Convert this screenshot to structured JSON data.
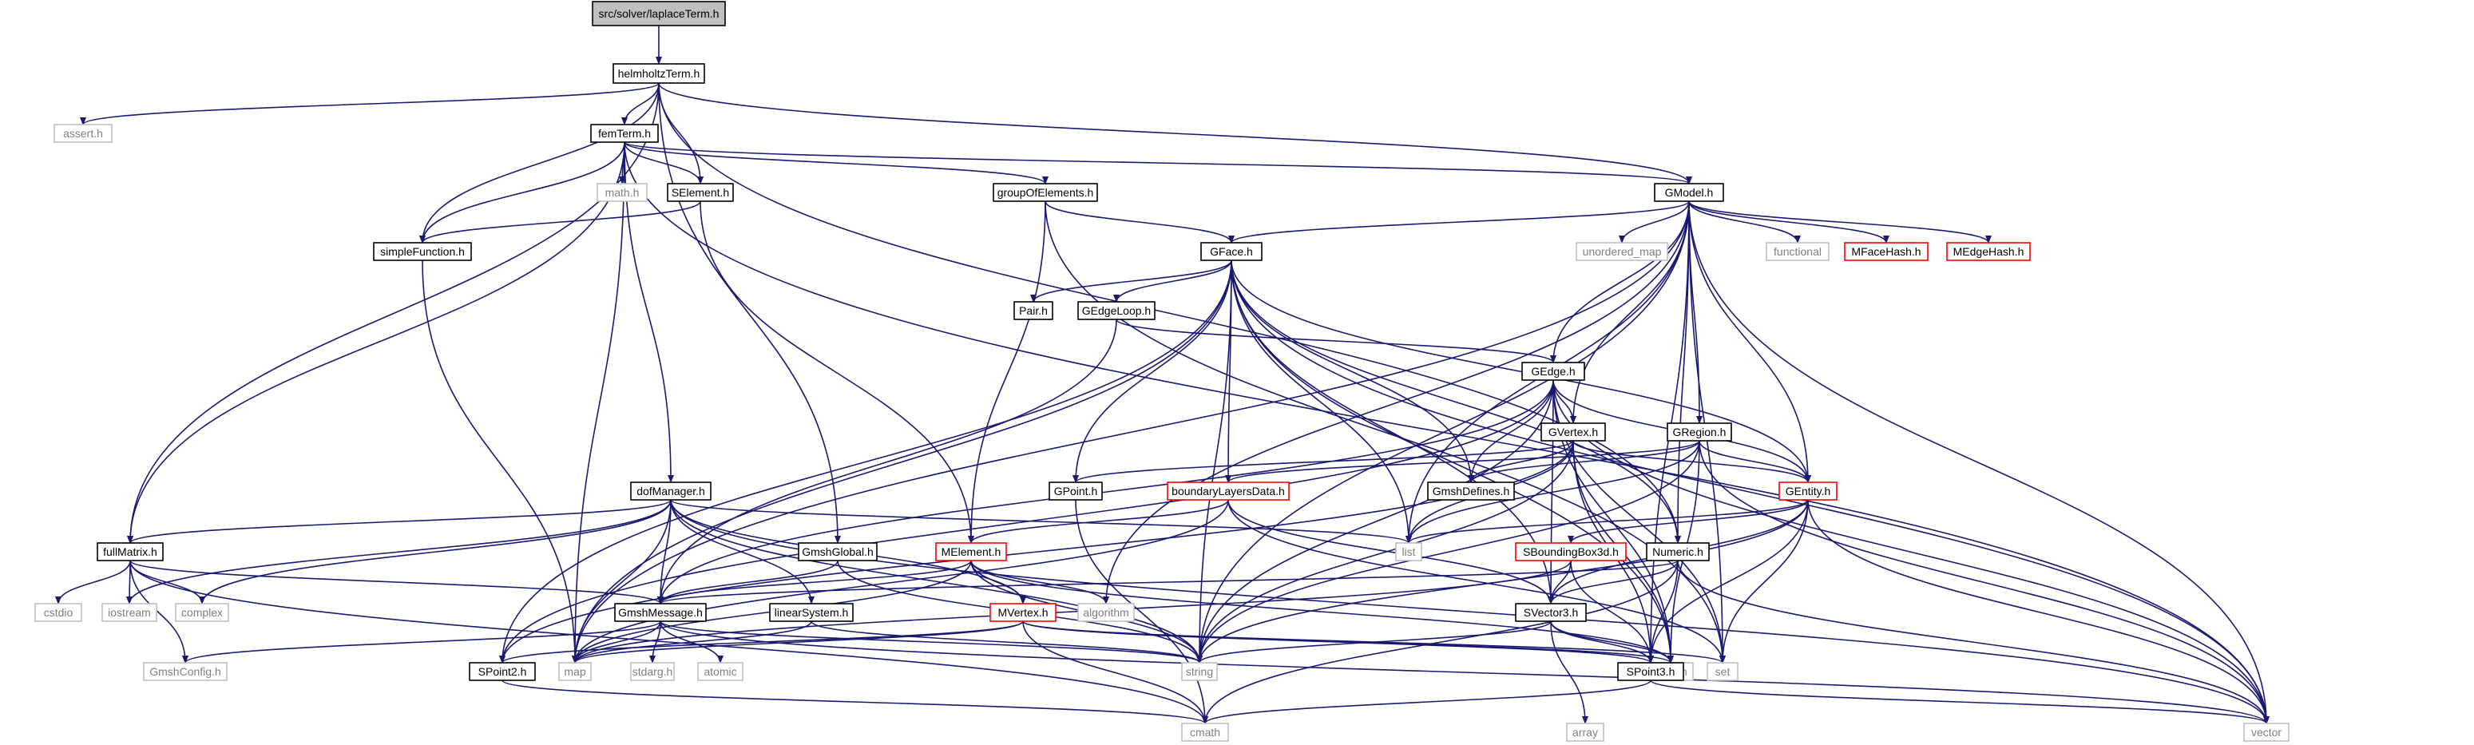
{
  "palette": {
    "edge": "#191970",
    "node_border_black": "#000000",
    "node_border_gray": "#bfbfbf",
    "node_border_red": "#ff0000",
    "root_fill": "#bfbfbf",
    "text": "#000000",
    "text_gray": "#7f7f7f"
  },
  "nodes": [
    {
      "id": "laplaceTerm",
      "label": "src/solver/laplaceTerm.h",
      "style": "root"
    },
    {
      "id": "helmholtzTerm",
      "label": "helmholtzTerm.h",
      "style": "black"
    },
    {
      "id": "assert",
      "label": "assert.h",
      "style": "gray"
    },
    {
      "id": "femTerm",
      "label": "femTerm.h",
      "style": "black"
    },
    {
      "id": "math",
      "label": "math.h",
      "style": "gray"
    },
    {
      "id": "SElement",
      "label": "SElement.h",
      "style": "black"
    },
    {
      "id": "groupOfElements",
      "label": "groupOfElements.h",
      "style": "black"
    },
    {
      "id": "GModel",
      "label": "GModel.h",
      "style": "black"
    },
    {
      "id": "simpleFunction",
      "label": "simpleFunction.h",
      "style": "black"
    },
    {
      "id": "GFace",
      "label": "GFace.h",
      "style": "black"
    },
    {
      "id": "unordered_map",
      "label": "unordered_map",
      "style": "gray"
    },
    {
      "id": "functional",
      "label": "functional",
      "style": "gray"
    },
    {
      "id": "MFaceHash",
      "label": "MFaceHash.h",
      "style": "red"
    },
    {
      "id": "MEdgeHash",
      "label": "MEdgeHash.h",
      "style": "red"
    },
    {
      "id": "Pair",
      "label": "Pair.h",
      "style": "black"
    },
    {
      "id": "GEdgeLoop",
      "label": "GEdgeLoop.h",
      "style": "black"
    },
    {
      "id": "GEdge",
      "label": "GEdge.h",
      "style": "black"
    },
    {
      "id": "GVertex",
      "label": "GVertex.h",
      "style": "black"
    },
    {
      "id": "GRegion",
      "label": "GRegion.h",
      "style": "black"
    },
    {
      "id": "dofManager",
      "label": "dofManager.h",
      "style": "black"
    },
    {
      "id": "GPoint",
      "label": "GPoint.h",
      "style": "black"
    },
    {
      "id": "boundaryLayersData",
      "label": "boundaryLayersData.h",
      "style": "red"
    },
    {
      "id": "GmshDefines",
      "label": "GmshDefines.h",
      "style": "black"
    },
    {
      "id": "GEntity",
      "label": "GEntity.h",
      "style": "red"
    },
    {
      "id": "fullMatrix",
      "label": "fullMatrix.h",
      "style": "black"
    },
    {
      "id": "GmshGlobal",
      "label": "GmshGlobal.h",
      "style": "black"
    },
    {
      "id": "MElement",
      "label": "MElement.h",
      "style": "red"
    },
    {
      "id": "list",
      "label": "list",
      "style": "gray"
    },
    {
      "id": "SBoundingBox3d",
      "label": "SBoundingBox3d.h",
      "style": "red"
    },
    {
      "id": "Numeric",
      "label": "Numeric.h",
      "style": "black"
    },
    {
      "id": "cstdio",
      "label": "cstdio",
      "style": "gray"
    },
    {
      "id": "iostream",
      "label": "iostream",
      "style": "gray"
    },
    {
      "id": "complex",
      "label": "complex",
      "style": "gray"
    },
    {
      "id": "GmshMessage",
      "label": "GmshMessage.h",
      "style": "black"
    },
    {
      "id": "linearSystem",
      "label": "linearSystem.h",
      "style": "black"
    },
    {
      "id": "algorithm",
      "label": "algorithm",
      "style": "gray"
    },
    {
      "id": "MVertex",
      "label": "MVertex.h",
      "style": "red"
    },
    {
      "id": "SVector3",
      "label": "SVector3.h",
      "style": "black"
    },
    {
      "id": "GmshConfig",
      "label": "GmshConfig.h",
      "style": "gray"
    },
    {
      "id": "SPoint2",
      "label": "SPoint2.h",
      "style": "black"
    },
    {
      "id": "map",
      "label": "map",
      "style": "gray"
    },
    {
      "id": "stdarg",
      "label": "stdarg.h",
      "style": "gray"
    },
    {
      "id": "atomic",
      "label": "atomic",
      "style": "gray"
    },
    {
      "id": "string",
      "label": "string",
      "style": "gray"
    },
    {
      "id": "stdio",
      "label": "stdio.h",
      "style": "gray"
    },
    {
      "id": "set",
      "label": "set",
      "style": "gray"
    },
    {
      "id": "SPoint3",
      "label": "SPoint3.h",
      "style": "black"
    },
    {
      "id": "cmath",
      "label": "cmath",
      "style": "gray"
    },
    {
      "id": "array",
      "label": "array",
      "style": "gray"
    },
    {
      "id": "vector",
      "label": "vector",
      "style": "gray"
    }
  ],
  "edges": [
    [
      "laplaceTerm",
      "helmholtzTerm"
    ],
    [
      "helmholtzTerm",
      "assert"
    ],
    [
      "helmholtzTerm",
      "femTerm"
    ],
    [
      "helmholtzTerm",
      "SElement"
    ],
    [
      "helmholtzTerm",
      "simpleFunction"
    ],
    [
      "helmholtzTerm",
      "GModel"
    ],
    [
      "helmholtzTerm",
      "fullMatrix"
    ],
    [
      "helmholtzTerm",
      "GmshGlobal"
    ],
    [
      "helmholtzTerm",
      "Numeric"
    ],
    [
      "femTerm",
      "math"
    ],
    [
      "femTerm",
      "SElement"
    ],
    [
      "femTerm",
      "groupOfElements"
    ],
    [
      "femTerm",
      "GModel"
    ],
    [
      "femTerm",
      "simpleFunction"
    ],
    [
      "femTerm",
      "dofManager"
    ],
    [
      "femTerm",
      "fullMatrix"
    ],
    [
      "femTerm",
      "map"
    ],
    [
      "femTerm",
      "vector"
    ],
    [
      "SElement",
      "simpleFunction"
    ],
    [
      "SElement",
      "MElement"
    ],
    [
      "simpleFunction",
      "map"
    ],
    [
      "groupOfElements",
      "GFace"
    ],
    [
      "groupOfElements",
      "MElement"
    ],
    [
      "groupOfElements",
      "set"
    ],
    [
      "GModel",
      "GFace"
    ],
    [
      "GModel",
      "unordered_map"
    ],
    [
      "GModel",
      "functional"
    ],
    [
      "GModel",
      "MFaceHash"
    ],
    [
      "GModel",
      "MEdgeHash"
    ],
    [
      "GModel",
      "GEdge"
    ],
    [
      "GModel",
      "GVertex"
    ],
    [
      "GModel",
      "GRegion"
    ],
    [
      "GModel",
      "GEntity"
    ],
    [
      "GModel",
      "Numeric"
    ],
    [
      "GModel",
      "SPoint3"
    ],
    [
      "GModel",
      "set"
    ],
    [
      "GModel",
      "map"
    ],
    [
      "GModel",
      "string"
    ],
    [
      "GModel",
      "algorithm"
    ],
    [
      "GModel",
      "vector"
    ],
    [
      "GModel",
      "list"
    ],
    [
      "GFace",
      "Pair"
    ],
    [
      "GFace",
      "GEdgeLoop"
    ],
    [
      "GFace",
      "GPoint"
    ],
    [
      "GFace",
      "boundaryLayersData"
    ],
    [
      "GFace",
      "GEntity"
    ],
    [
      "GFace",
      "GmshDefines"
    ],
    [
      "GFace",
      "SPoint2"
    ],
    [
      "GFace",
      "SVector3"
    ],
    [
      "GFace",
      "list"
    ],
    [
      "GFace",
      "string"
    ],
    [
      "GFace",
      "vector"
    ],
    [
      "GFace",
      "map"
    ],
    [
      "GFace",
      "Numeric"
    ],
    [
      "GFace",
      "stdio"
    ],
    [
      "GEdgeLoop",
      "GEdge"
    ],
    [
      "GEdgeLoop",
      "GmshMessage"
    ],
    [
      "GEdge",
      "GVertex"
    ],
    [
      "GEdge",
      "GEntity"
    ],
    [
      "GEdge",
      "GmshDefines"
    ],
    [
      "GEdge",
      "SVector3"
    ],
    [
      "GEdge",
      "SPoint2"
    ],
    [
      "GEdge",
      "GmshMessage"
    ],
    [
      "GEdge",
      "string"
    ],
    [
      "GEdge",
      "vector"
    ],
    [
      "GEdge",
      "set"
    ],
    [
      "GEdge",
      "stdio"
    ],
    [
      "GVertex",
      "GEntity"
    ],
    [
      "GVertex",
      "GPoint"
    ],
    [
      "GVertex",
      "GmshDefines"
    ],
    [
      "GVertex",
      "SPoint2"
    ],
    [
      "GVertex",
      "SPoint3"
    ],
    [
      "GVertex",
      "list"
    ],
    [
      "GVertex",
      "string"
    ],
    [
      "GVertex",
      "stdio"
    ],
    [
      "GRegion",
      "GEntity"
    ],
    [
      "GRegion",
      "GmshDefines"
    ],
    [
      "GRegion",
      "boundaryLayersData"
    ],
    [
      "GRegion",
      "list"
    ],
    [
      "GRegion",
      "string"
    ],
    [
      "GRegion",
      "vector"
    ],
    [
      "GRegion",
      "stdio"
    ],
    [
      "GPoint",
      "cmath"
    ],
    [
      "boundaryLayersData",
      "MElement"
    ],
    [
      "boundaryLayersData",
      "SVector3"
    ],
    [
      "boundaryLayersData",
      "map"
    ],
    [
      "boundaryLayersData",
      "set"
    ],
    [
      "GEntity",
      "list"
    ],
    [
      "GEntity",
      "SBoundingBox3d"
    ],
    [
      "GEntity",
      "SPoint3"
    ],
    [
      "GEntity",
      "SVector3"
    ],
    [
      "GEntity",
      "set"
    ],
    [
      "GEntity",
      "string"
    ],
    [
      "GEntity",
      "vector"
    ],
    [
      "dofManager",
      "fullMatrix"
    ],
    [
      "dofManager",
      "linearSystem"
    ],
    [
      "dofManager",
      "GmshMessage"
    ],
    [
      "dofManager",
      "MVertex"
    ],
    [
      "dofManager",
      "map"
    ],
    [
      "dofManager",
      "list"
    ],
    [
      "dofManager",
      "iostream"
    ],
    [
      "dofManager",
      "complex"
    ],
    [
      "dofManager",
      "string"
    ],
    [
      "dofManager",
      "vector"
    ],
    [
      "fullMatrix",
      "cstdio"
    ],
    [
      "fullMatrix",
      "iostream"
    ],
    [
      "fullMatrix",
      "complex"
    ],
    [
      "fullMatrix",
      "GmshConfig"
    ],
    [
      "fullMatrix",
      "GmshMessage"
    ],
    [
      "fullMatrix",
      "cmath"
    ],
    [
      "GmshGlobal",
      "GmshMessage"
    ],
    [
      "GmshGlobal",
      "string"
    ],
    [
      "MElement",
      "MVertex"
    ],
    [
      "MElement",
      "GmshMessage"
    ],
    [
      "MElement",
      "algorithm"
    ],
    [
      "MElement",
      "string"
    ],
    [
      "MElement",
      "map"
    ],
    [
      "MElement",
      "stdio"
    ],
    [
      "SBoundingBox3d",
      "SPoint3"
    ],
    [
      "SBoundingBox3d",
      "SVector3"
    ],
    [
      "SBoundingBox3d",
      "map"
    ],
    [
      "Numeric",
      "SVector3"
    ],
    [
      "Numeric",
      "SPoint3"
    ],
    [
      "Numeric",
      "GmshMessage"
    ],
    [
      "Numeric",
      "cmath"
    ],
    [
      "Numeric",
      "vector"
    ],
    [
      "GmshMessage",
      "map"
    ],
    [
      "GmshMessage",
      "vector"
    ],
    [
      "GmshMessage",
      "string"
    ],
    [
      "GmshMessage",
      "stdarg"
    ],
    [
      "GmshMessage",
      "atomic"
    ],
    [
      "GmshMessage",
      "GmshConfig"
    ],
    [
      "linearSystem",
      "map"
    ],
    [
      "linearSystem",
      "string"
    ],
    [
      "MVertex",
      "SPoint2"
    ],
    [
      "MVertex",
      "SPoint3"
    ],
    [
      "MVertex",
      "map"
    ],
    [
      "MVertex",
      "set"
    ],
    [
      "MVertex",
      "stdio"
    ],
    [
      "MVertex",
      "cmath"
    ],
    [
      "SVector3",
      "SPoint3"
    ],
    [
      "SVector3",
      "string"
    ],
    [
      "SVector3",
      "stdio"
    ],
    [
      "SVector3",
      "array"
    ],
    [
      "SPoint2",
      "cmath"
    ],
    [
      "SPoint3",
      "cmath"
    ],
    [
      "SPoint3",
      "vector"
    ]
  ]
}
